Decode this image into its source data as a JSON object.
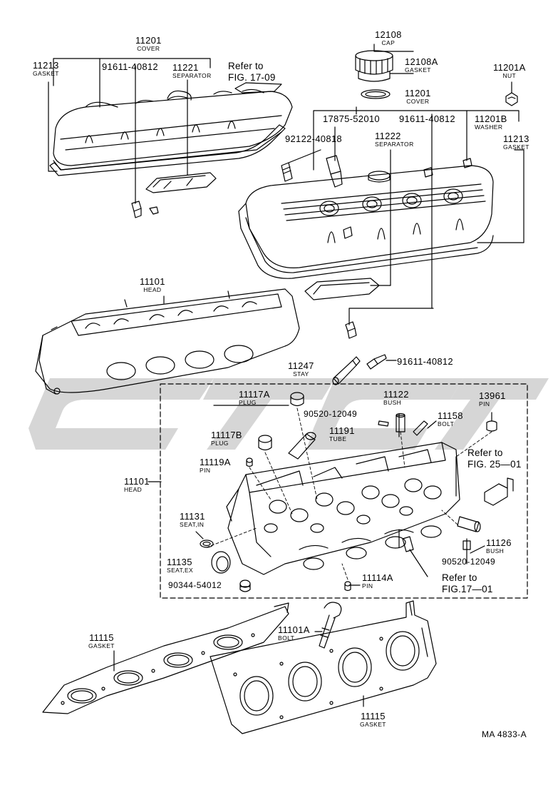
{
  "diagram_code": "MA 4833-A",
  "labels": {
    "cover_left": {
      "part": "11201",
      "name": "COVER"
    },
    "gasket_left": {
      "part": "11213",
      "name": "GASKET"
    },
    "bolt_left": {
      "part": "91611-40812"
    },
    "separator_left": {
      "part": "11221",
      "name": "SEPARATOR"
    },
    "ref_17_09": {
      "line1": "Refer to",
      "line2": "FIG. 17-09"
    },
    "cap": {
      "part": "12108",
      "name": "CAP"
    },
    "cap_gasket": {
      "part": "12108A",
      "name": "GASKET"
    },
    "nut": {
      "part": "11201A",
      "name": "NUT"
    },
    "cover_right": {
      "part": "11201",
      "name": "COVER"
    },
    "part_17875": {
      "part": "17875-52010"
    },
    "bolt_right": {
      "part": "91611-40812"
    },
    "washer": {
      "part": "11201B",
      "name": "WASHER"
    },
    "gasket_right": {
      "part": "11213",
      "name": "GASKET"
    },
    "stud": {
      "part": "92122-40818"
    },
    "separator_right": {
      "part": "11222",
      "name": "SEPARATOR"
    },
    "head_upper": {
      "part": "11101",
      "name": "HEAD"
    },
    "stay": {
      "part": "11247",
      "name": "STAY"
    },
    "bolt_stay": {
      "part": "91611-40812"
    },
    "plug_a": {
      "part": "11117A",
      "name": "PLUG"
    },
    "bush_top": {
      "part": "11122",
      "name": "BUSH"
    },
    "pin_13961": {
      "part": "13961",
      "name": "PIN"
    },
    "part_90520_top": {
      "part": "90520-12049"
    },
    "bolt_11158": {
      "part": "11158",
      "name": "BOLT"
    },
    "plug_b": {
      "part": "11117B",
      "name": "PLUG"
    },
    "tube": {
      "part": "11191",
      "name": "TUBE"
    },
    "ref_25_01": {
      "line1": "Refer to",
      "line2": "FIG. 25—01"
    },
    "pin_11119a": {
      "part": "11119A",
      "name": "PIN"
    },
    "head_lower": {
      "part": "11101",
      "name": "HEAD"
    },
    "seat_in": {
      "part": "11131",
      "name": "SEAT,IN"
    },
    "bush_11126": {
      "part": "11126",
      "name": "BUSH"
    },
    "part_90520_bot": {
      "part": "90520-12049"
    },
    "seat_ex": {
      "part": "11135",
      "name": "SEAT,EX"
    },
    "plug_90344": {
      "part": "90344-54012"
    },
    "pin_11114a": {
      "part": "11114A",
      "name": "PIN"
    },
    "ref_17_01": {
      "line1": "Refer to",
      "line2": "FIG.17—01"
    },
    "bolt_11101a": {
      "part": "11101A",
      "name": "BOLT"
    },
    "gasket_11115_l": {
      "part": "11115",
      "name": "GASKET"
    },
    "gasket_11115_r": {
      "part": "11115",
      "name": "GASKET"
    }
  },
  "colors": {
    "line": "#000000",
    "watermark": "#cfcfcf",
    "paper": "#ffffff"
  }
}
